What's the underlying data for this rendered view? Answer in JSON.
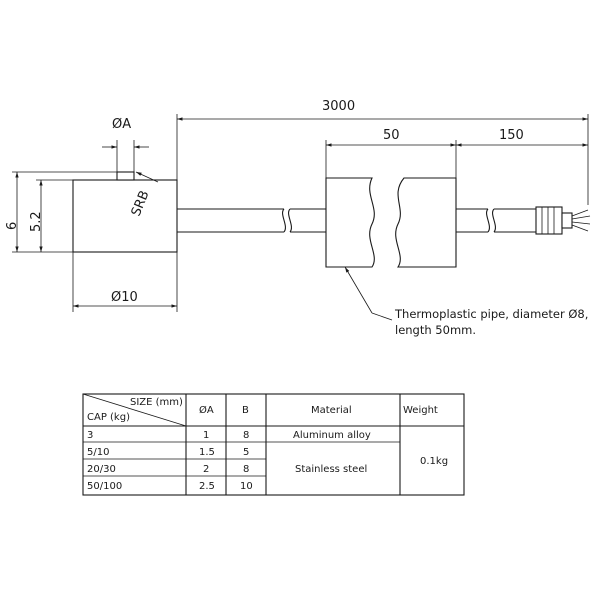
{
  "drawing": {
    "dimensions": {
      "cable_length": "3000",
      "sleeve_length": "50",
      "end_length": "150",
      "diameter_a": "ØA",
      "srb": "SRB",
      "height_total": "6",
      "height_body": "5.2",
      "diameter_body": "Ø10"
    },
    "note_line1": "Thermoplastic pipe, diameter Ø8,",
    "note_line2": "length 50mm."
  },
  "table": {
    "header_size": "SIZE (mm)",
    "header_cap": "CAP (kg)",
    "col_a": "ØA",
    "col_b": "B",
    "col_material": "Material",
    "col_weight": "Weight",
    "rows": [
      {
        "cap": "3",
        "a": "1",
        "b": "8"
      },
      {
        "cap": "5/10",
        "a": "1.5",
        "b": "5"
      },
      {
        "cap": "20/30",
        "a": "2",
        "b": "8"
      },
      {
        "cap": "50/100",
        "a": "2.5",
        "b": "10"
      }
    ],
    "material_1": "Aluminum alloy",
    "material_2": "Stainless steel",
    "weight": "0.1kg"
  }
}
